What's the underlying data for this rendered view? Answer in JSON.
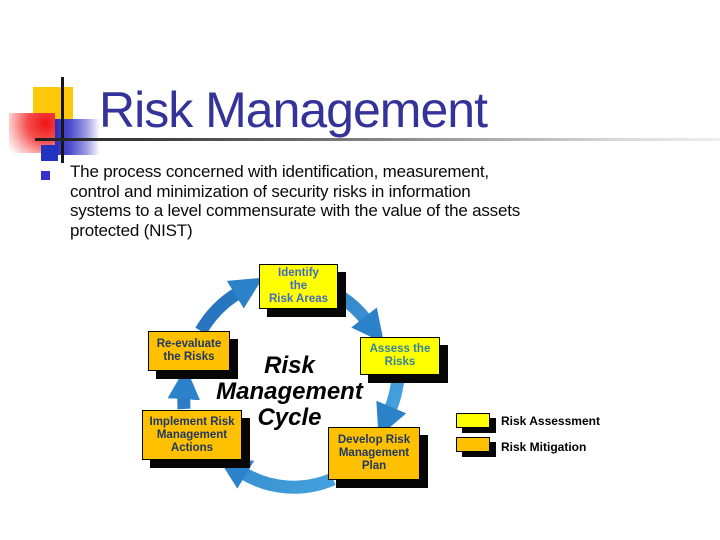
{
  "slide": {
    "title": "Risk Management",
    "bullet": {
      "text": "The process concerned with identification, measurement,\ncontrol and minimization of security risks in information\nsystems to a level commensurate with the value of the assets\nprotected (NIST)"
    }
  },
  "diagram": {
    "center_label": "Risk\nManagement\nCycle",
    "nodes": [
      {
        "id": "identify",
        "label": "Identify\nthe\nRisk Areas",
        "phase": "assessment"
      },
      {
        "id": "assess",
        "label": "Assess the\nRisks",
        "phase": "assessment"
      },
      {
        "id": "develop",
        "label": "Develop Risk\nManagement\nPlan",
        "phase": "mitigation"
      },
      {
        "id": "implement",
        "label": "Implement Risk\nManagement\nActions",
        "phase": "mitigation"
      },
      {
        "id": "reevaluate",
        "label": "Re-evaluate\nthe Risks",
        "phase": "mitigation"
      }
    ],
    "flow_order": [
      "identify",
      "assess",
      "develop",
      "implement",
      "reevaluate",
      "identify"
    ],
    "legend": [
      {
        "label": "Risk Assessment",
        "color": "#FFFF00"
      },
      {
        "label": "Risk Mitigation",
        "color": "#FFC000"
      }
    ],
    "colors": {
      "assessment_box": "#FFFF00",
      "mitigation_box": "#FFC000",
      "box_shadow": "#000000",
      "arrow_dark": "#1E64B4",
      "arrow_light": "#4FB3E8",
      "title": "#333399"
    }
  }
}
